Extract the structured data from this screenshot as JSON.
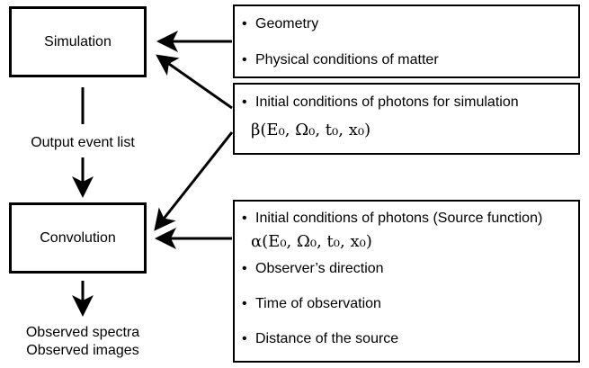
{
  "flow": {
    "simulation_label": "Simulation",
    "output_label": "Output event list",
    "convolution_label": "Convolution",
    "observed_spectra": "Observed spectra",
    "observed_images": "Observed images"
  },
  "box_matter": {
    "items": [
      "Geometry",
      "Physical conditions of matter"
    ]
  },
  "box_photons_sim": {
    "item": "Initial conditions of photons for simulation",
    "formula": "β(E₀, Ω₀, t₀, x₀)"
  },
  "box_observation": {
    "item_source": "Initial conditions of photons (Source function)",
    "formula": "α(E₀, Ω₀, t₀, x₀)",
    "items": [
      "Observer’s direction",
      "Time of observation",
      "Distance of the source"
    ]
  },
  "bullet": "•"
}
